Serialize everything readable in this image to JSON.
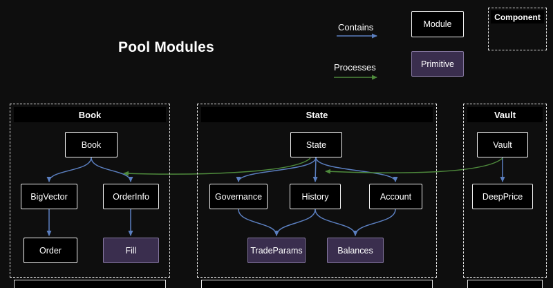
{
  "title": "Pool Modules",
  "legend": {
    "contains": "Contains",
    "processes": "Processes",
    "module": "Module",
    "primitive": "Primitive",
    "component": "Component"
  },
  "groups": {
    "book": {
      "title": "Book",
      "nodes": {
        "book": {
          "label": "Book",
          "type": "module"
        },
        "bigvector": {
          "label": "BigVector",
          "type": "module"
        },
        "orderinfo": {
          "label": "OrderInfo",
          "type": "module"
        },
        "order": {
          "label": "Order",
          "type": "module"
        },
        "fill": {
          "label": "Fill",
          "type": "primitive"
        }
      }
    },
    "state": {
      "title": "State",
      "nodes": {
        "state": {
          "label": "State",
          "type": "module"
        },
        "governance": {
          "label": "Governance",
          "type": "module"
        },
        "history": {
          "label": "History",
          "type": "module"
        },
        "account": {
          "label": "Account",
          "type": "module"
        },
        "tradeparams": {
          "label": "TradeParams",
          "type": "primitive"
        },
        "balances": {
          "label": "Balances",
          "type": "primitive"
        }
      }
    },
    "vault": {
      "title": "Vault",
      "nodes": {
        "vault": {
          "label": "Vault",
          "type": "module"
        },
        "deepprice": {
          "label": "DeepPrice",
          "type": "module"
        }
      }
    }
  },
  "edges": {
    "contains": [
      {
        "from": "Book",
        "to": "BigVector"
      },
      {
        "from": "Book",
        "to": "OrderInfo"
      },
      {
        "from": "BigVector",
        "to": "Order"
      },
      {
        "from": "OrderInfo",
        "to": "Fill"
      },
      {
        "from": "State",
        "to": "Governance"
      },
      {
        "from": "State",
        "to": "History"
      },
      {
        "from": "State",
        "to": "Account"
      },
      {
        "from": "Governance",
        "to": "TradeParams"
      },
      {
        "from": "History",
        "to": "TradeParams"
      },
      {
        "from": "History",
        "to": "Balances"
      },
      {
        "from": "Account",
        "to": "Balances"
      },
      {
        "from": "Vault",
        "to": "DeepPrice"
      }
    ],
    "processes": [
      {
        "from": "State",
        "to": "Book"
      },
      {
        "from": "Vault",
        "to": "State"
      }
    ]
  },
  "colors": {
    "background": "#0e0e0e",
    "text": "#ffffff",
    "module_fill": "#000000",
    "module_border": "#f5f5f5",
    "primitive_fill": "#3a2e4e",
    "primitive_border": "#8577a0",
    "contains_arrow": "#5b7fc0",
    "processes_arrow": "#4e8a3c",
    "component_border": "#e6e6e6"
  }
}
